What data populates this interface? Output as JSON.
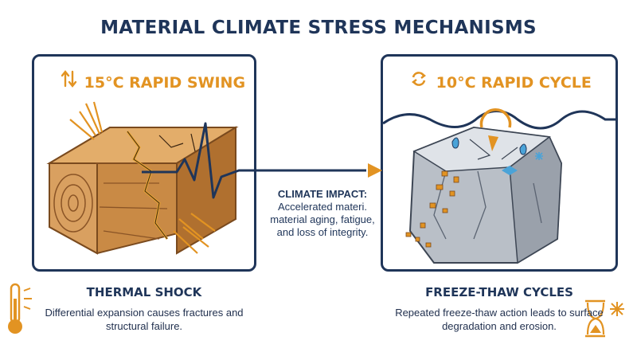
{
  "title": "MATERIAL CLIMATE STRESS MECHANISMS",
  "left_panel": {
    "heading": "15°C RAPID SWING",
    "heading_icon": "up-down-arrows-icon",
    "caption_title": "THERMAL SHOCK",
    "caption_text": "Differential expansion causes fractures and structural failure.",
    "caption_icon": "thermometer-icon"
  },
  "right_panel": {
    "heading": "10°C RAPID CYCLE",
    "heading_icon": "cycle-arrows-icon",
    "caption_title": "FREEZE-THAW CYCLES",
    "caption_text": "Repeated freeze-thaw action leads to surface degradation and erosion.",
    "caption_icon": "hourglass-snowflake-icon"
  },
  "impact": {
    "label": "CLIMATE IMPACT:",
    "text": "Accelerated materi. material aging, fatigue, and loss of integrity."
  },
  "colors": {
    "navy": "#1f3559",
    "orange": "#e29322",
    "wood": "#c98a45",
    "stone": "#b9bfc7"
  }
}
